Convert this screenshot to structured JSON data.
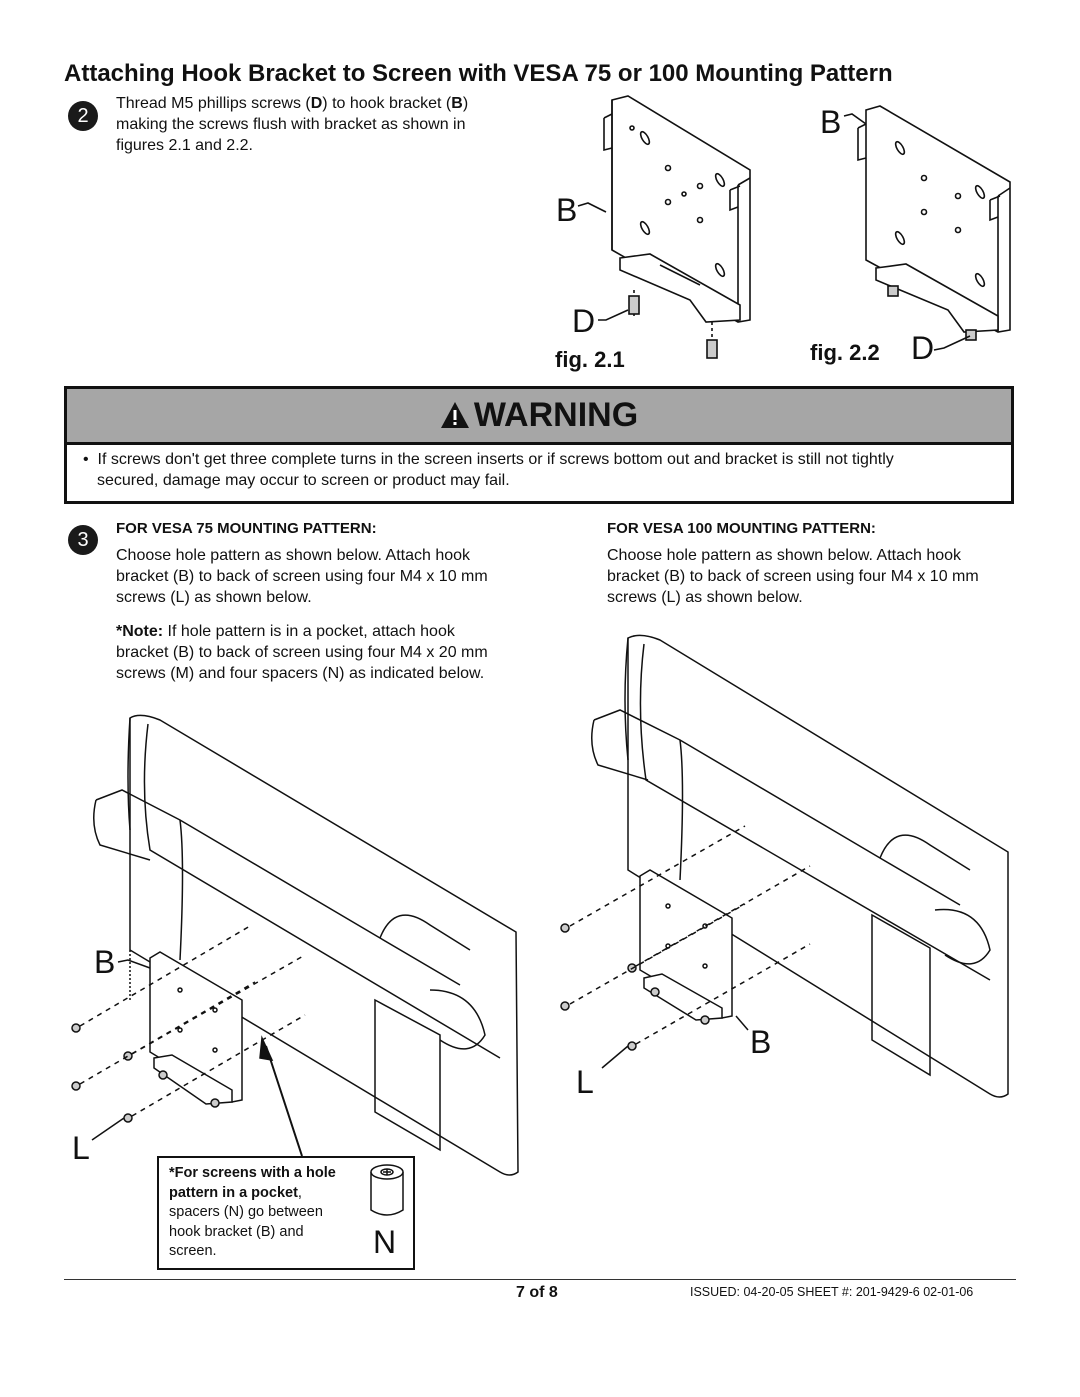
{
  "title": "Attaching Hook Bracket to Screen with VESA 75 or 100 Mounting Pattern",
  "step2": {
    "number": "2",
    "text_pre": "Thread M5 phillips screws (",
    "text_d": "D",
    "text_mid": ") to hook bracket (",
    "text_b": "B",
    "text_line2": ") making the screws flush with bracket as shown in",
    "text_line3": "figures 2.1 and 2.2."
  },
  "fig21": {
    "label": "fig. 2.1",
    "letter_b": "B",
    "letter_d": "D"
  },
  "fig22": {
    "label": "fig. 2.2",
    "letter_b": "B",
    "letter_d": "D"
  },
  "warning": {
    "heading": "WARNING",
    "bullet": "•",
    "line1": "If screws don't get three complete turns in the screen inserts or if screws bottom out and bracket is still not tightly",
    "line2": "secured, damage may occur to screen or product may fail."
  },
  "step3": {
    "number": "3",
    "vesa75": {
      "heading": "FOR VESA 75 MOUNTING PATTERN:",
      "line1": "Choose hole pattern as shown below. Attach hook",
      "line2": "bracket (B) to back of screen using four M4 x 10 mm",
      "line3": "screws (L) as shown below.",
      "note_label": "*Note:",
      "note_line1": " If hole pattern is in a pocket, attach hook",
      "note_line2": "bracket (B) to back of screen using four M4 x 20 mm",
      "note_line3": "screws (M) and four spacers (N) as indicated below."
    },
    "vesa100": {
      "heading": "FOR VESA 100 MOUNTING PATTERN:",
      "line1": "Choose hole pattern as shown below. Attach hook",
      "line2": "bracket (B) to back of screen using four M4 x 10 mm",
      "line3": "screws (L) as shown below."
    }
  },
  "diagram_left": {
    "letter_b": "B",
    "letter_l": "L"
  },
  "diagram_right": {
    "letter_b": "B",
    "letter_l": "L"
  },
  "note_box": {
    "bold1": "*For screens with a hole",
    "bold2": "pattern in a pocket",
    "comma": ",",
    "line3": "spacers (N) go between",
    "line4": "hook bracket (B) and",
    "line5": "screen.",
    "letter_n": "N"
  },
  "footer": {
    "page": "7 of 8",
    "issued": "ISSUED: 04-20-05  SHEET #: 201-9429-6  02-01-06"
  }
}
